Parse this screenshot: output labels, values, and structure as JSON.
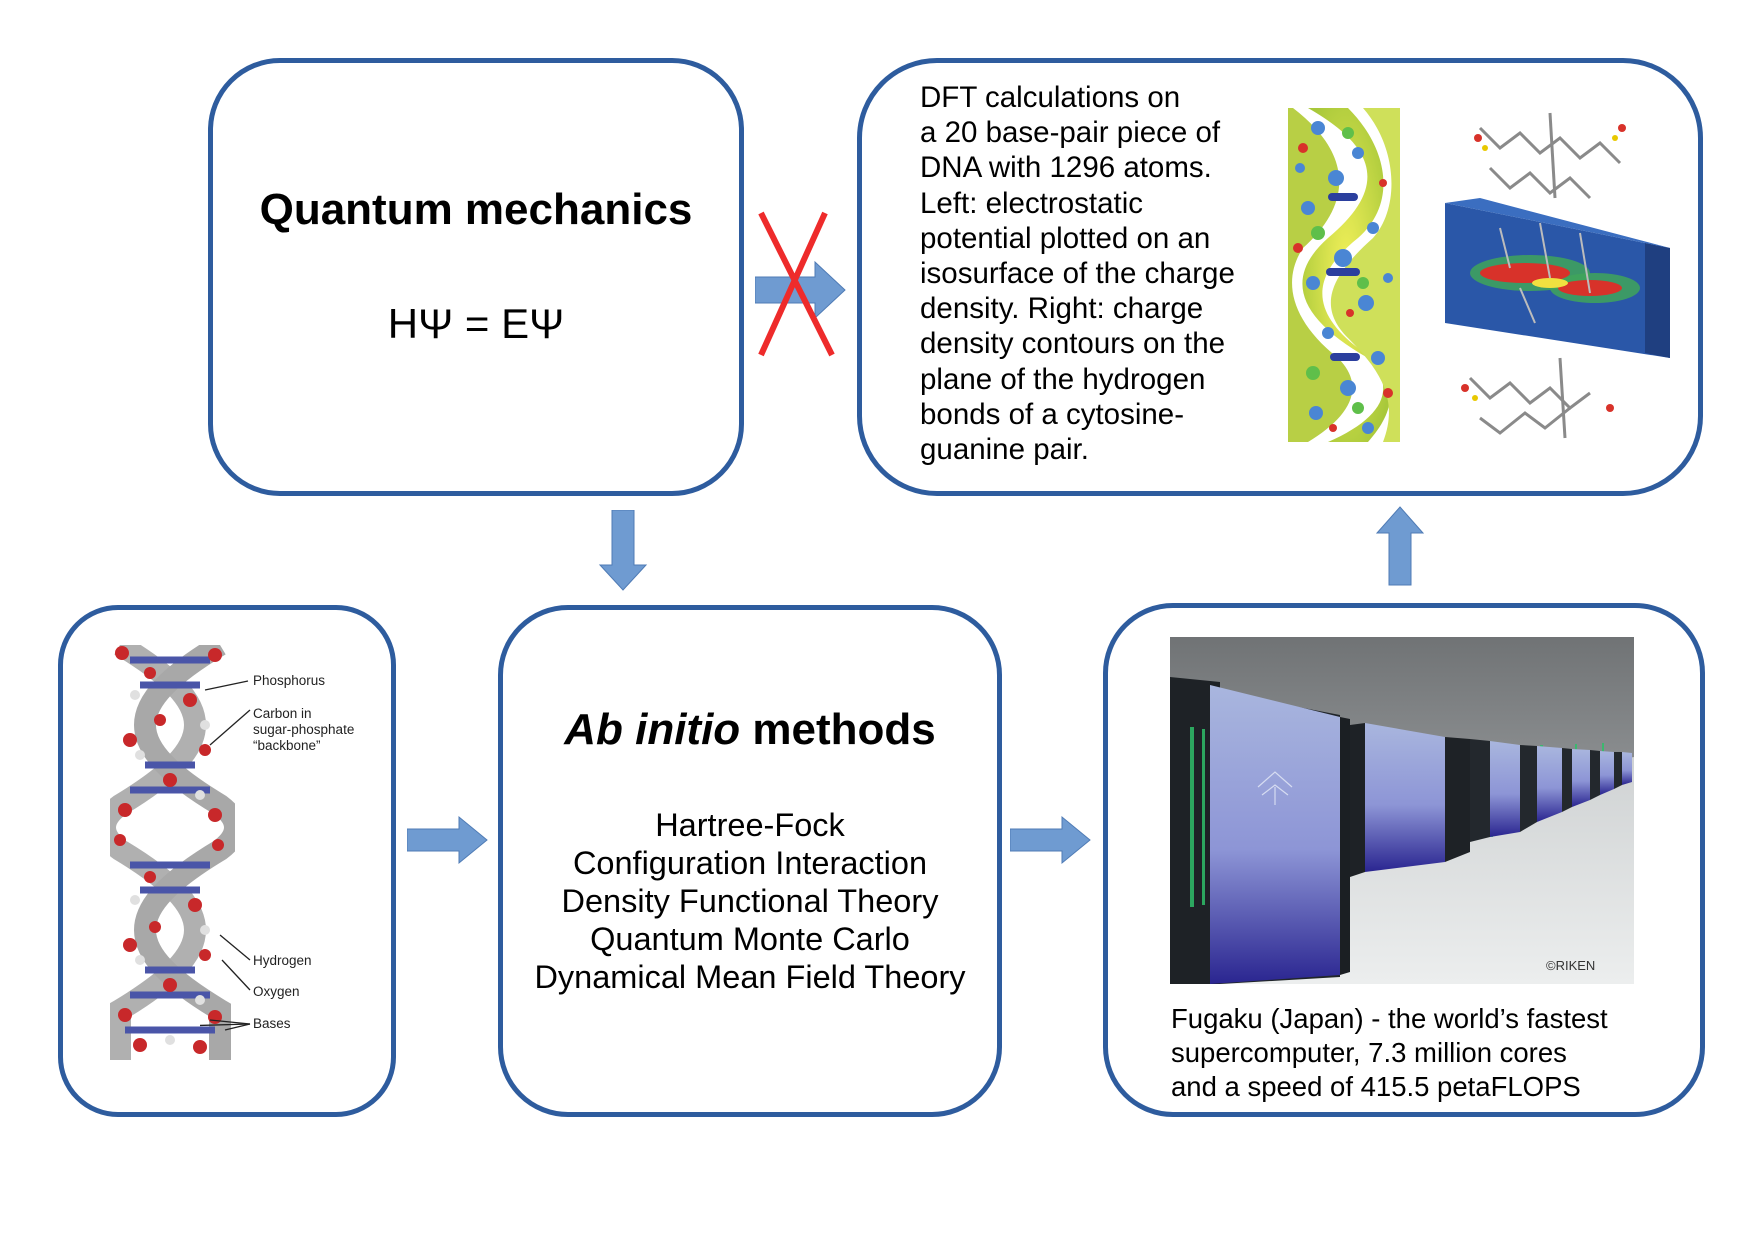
{
  "quantum": {
    "title": "Quantum mechanics",
    "equation": "HΨ = EΨ"
  },
  "dft": {
    "lines": [
      "DFT calculations on",
      "a 20 base-pair piece of",
      "DNA with 1296 atoms.",
      "Left: electrostatic",
      "potential plotted on an",
      "isosurface of the charge",
      "density. Right: charge",
      "density contours on the",
      "plane of the hydrogen",
      "bonds of a cytosine-",
      "guanine pair."
    ]
  },
  "dna": {
    "labels": {
      "phosphorus": "Phosphorus",
      "carbon1": "Carbon in",
      "carbon2": "sugar-phosphate",
      "carbon3": "“backbone”",
      "hydrogen": "Hydrogen",
      "oxygen": "Oxygen",
      "bases": "Bases"
    }
  },
  "ab_initio": {
    "title_italic": "Ab initio",
    "title_rest": " methods",
    "methods": [
      "Hartree-Fock",
      "Configuration Interaction",
      "Density Functional Theory",
      "Quantum Monte Carlo",
      "Dynamical Mean Field Theory"
    ]
  },
  "fugaku": {
    "credit": "©RIKEN",
    "caption": [
      "Fugaku (Japan) - the world’s fastest",
      "supercomputer, 7.3 million cores",
      "and  a speed of 415.5 petaFLOPS"
    ]
  },
  "colors": {
    "border": "#2e5c9e",
    "arrow": "#6f9bd1",
    "cross": "#ee2b2b"
  }
}
